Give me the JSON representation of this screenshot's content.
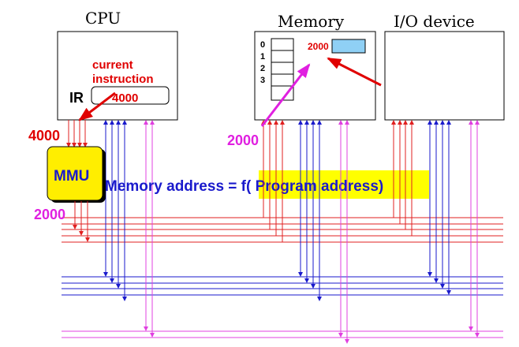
{
  "titles": {
    "cpu": "CPU",
    "memory": "Memory",
    "io": "I/O device"
  },
  "cpu": {
    "current_instruction_line1": "current",
    "current_instruction_line2": "instruction",
    "ir_label": "IR",
    "ir_value": "4000"
  },
  "memory": {
    "rows": [
      "0",
      "1",
      "2",
      "3"
    ],
    "target_address": "2000"
  },
  "mmu": {
    "label": "MMU",
    "input_address": "4000",
    "output_address": "2000"
  },
  "bus_address_label": "2000",
  "formula": "Memory address = f( Program address)",
  "colors": {
    "address_bus": "#e02020",
    "data_bus": "#1a1acc",
    "control_bus": "#e040e0",
    "mmu_fill": "#ffee00",
    "highlight": "#ffff00",
    "memory_cell": "#8fd0f5",
    "red_text": "#e00000",
    "magenta_text": "#e020e0",
    "blue_text": "#1a1acc"
  }
}
